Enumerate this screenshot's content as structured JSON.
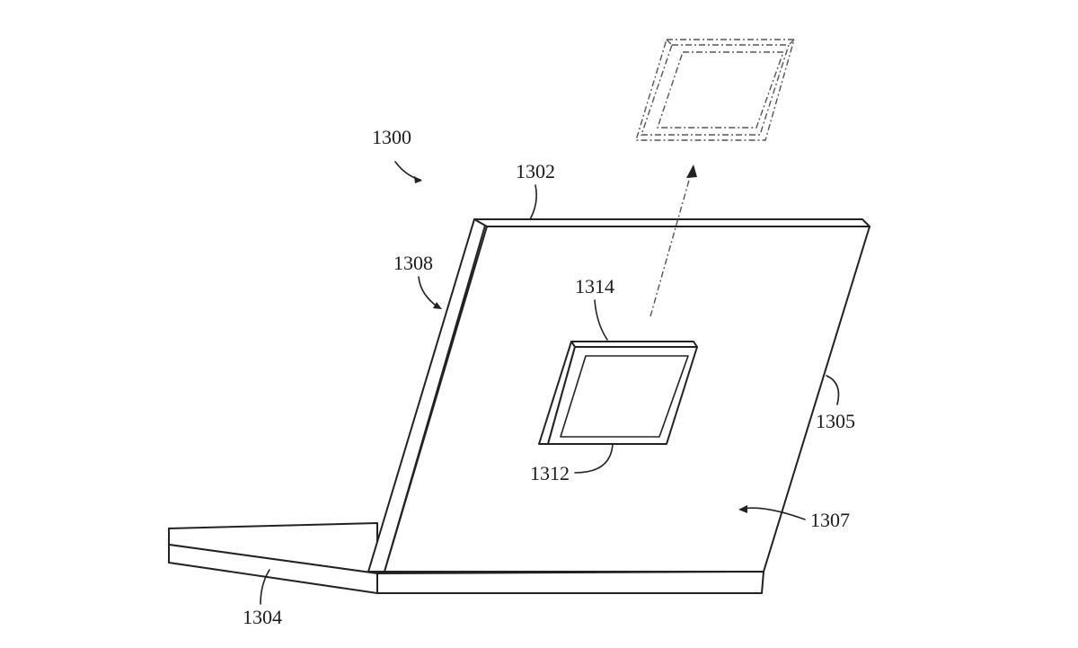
{
  "figure": {
    "labels": {
      "device": "1300",
      "lid_top_edge": "1302",
      "base": "1304",
      "lid_side_edge": "1305",
      "lid_back_surface": "1307",
      "lid_left_edge": "1308",
      "module_inner": "1312",
      "module_frame": "1314"
    }
  }
}
